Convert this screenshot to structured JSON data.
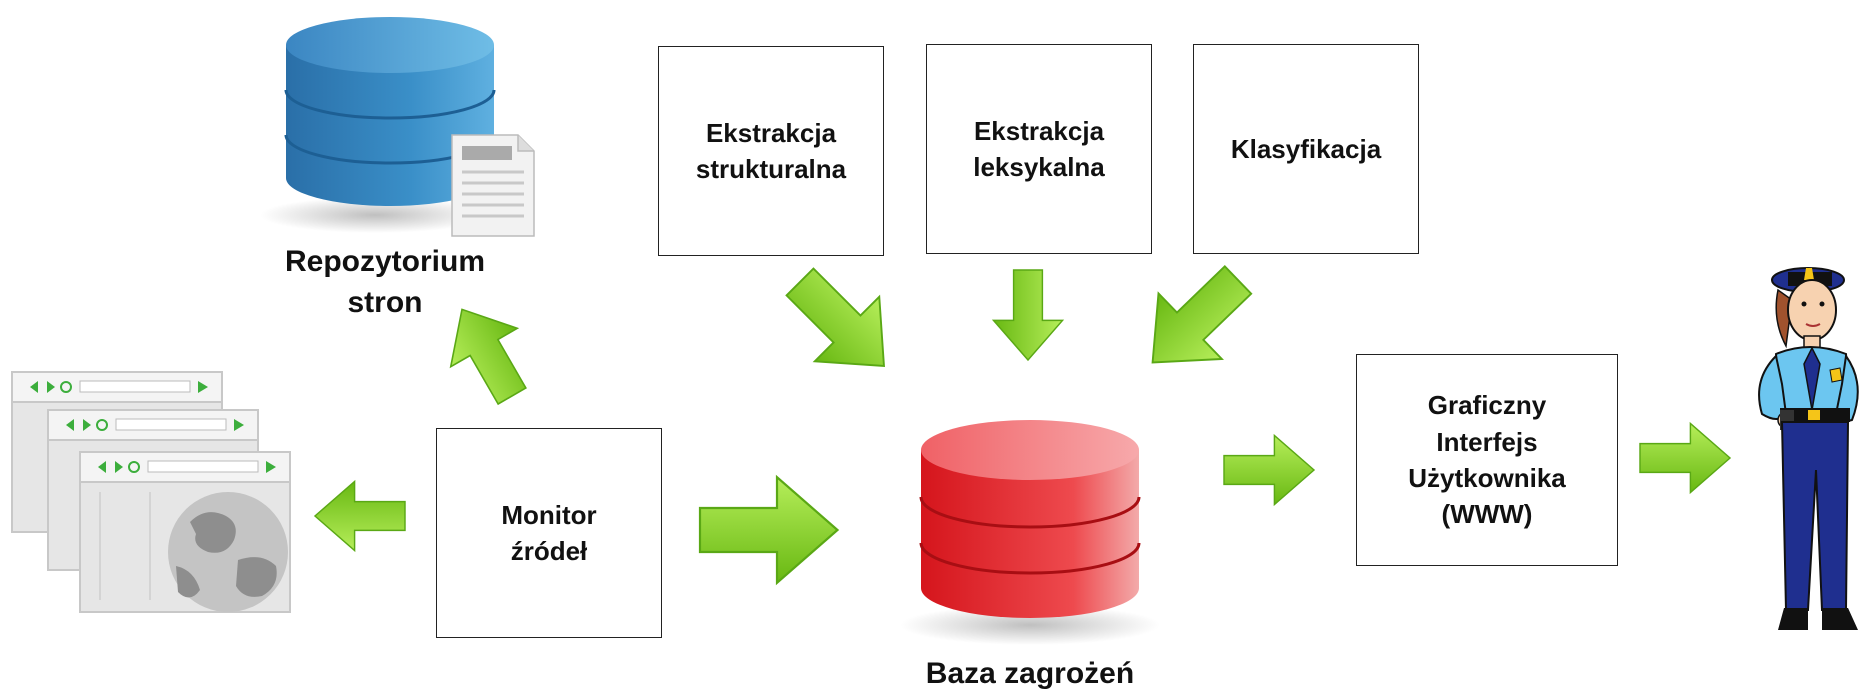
{
  "boxes": {
    "ekstrakcja_strukturalna": "Ekstrakcja\nstrukturalna",
    "ekstrakcja_leksykalna": "Ekstrakcja\nleksykalna",
    "klasyfikacja": "Klasyfikacja",
    "monitor": "Monitor\nźródeł",
    "gui": "Graficzny\nInterfejs\nUżytkownika\n(WWW)"
  },
  "labels": {
    "repozytorium": "Repozytorium\nstron",
    "baza": "Baza zagrożeń"
  },
  "colors": {
    "repository_db": "#2f80b8",
    "threat_db": "#e8252b",
    "arrow": "#7fd11b",
    "browser_window": "#e6e6e6",
    "police_uniform": "#1f2f8f",
    "police_shirt": "#6cc6f0"
  },
  "icons": {
    "repository": "database-icon",
    "document": "document-icon",
    "threat_db": "database-icon",
    "browsers": "browser-windows-icon",
    "police": "police-officer-icon"
  }
}
